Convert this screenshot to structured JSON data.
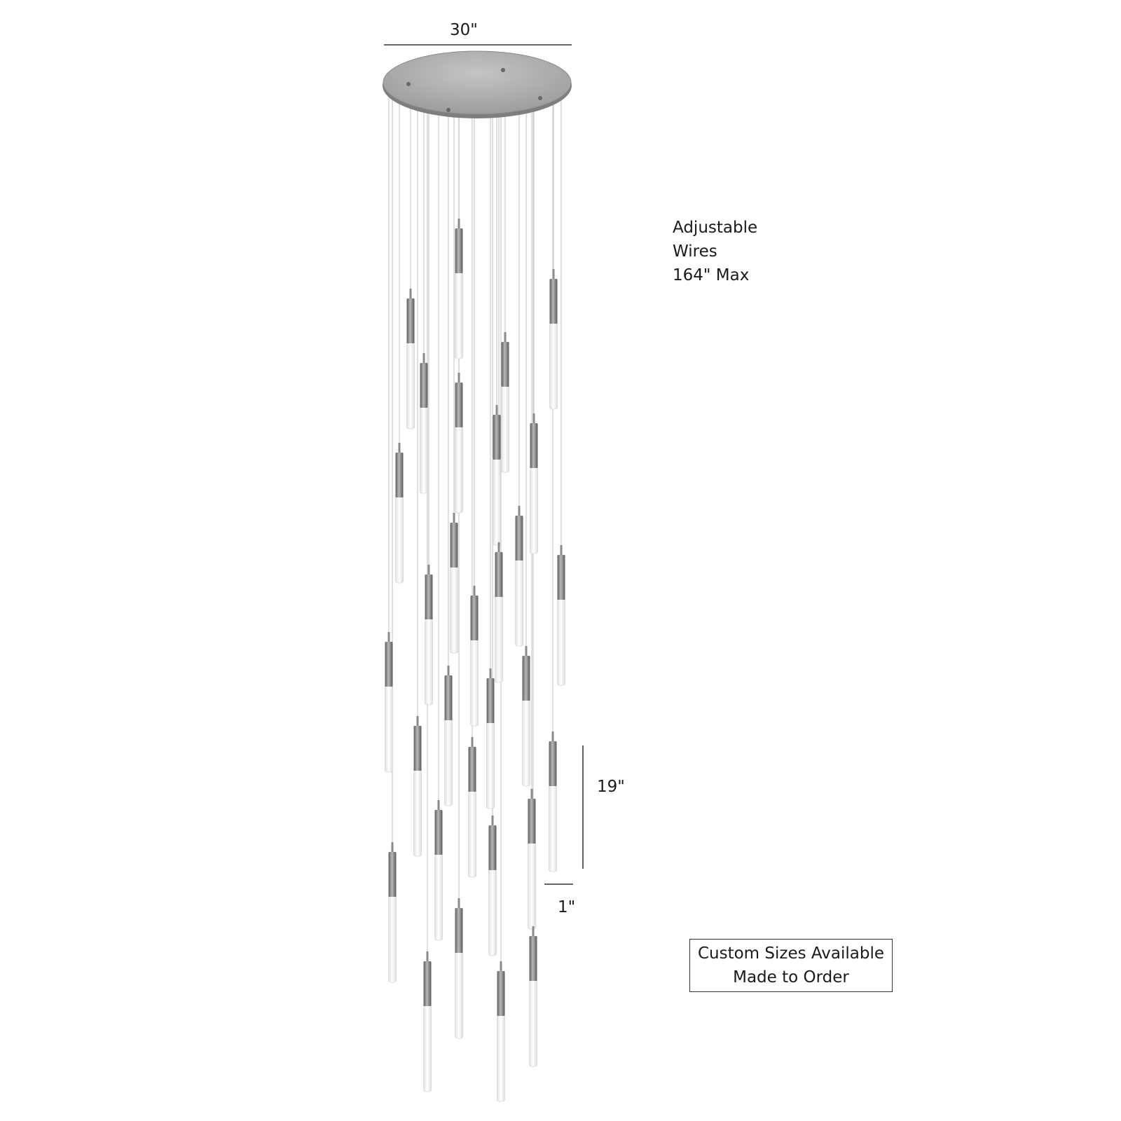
{
  "dimensions": {
    "width_label": "30\"",
    "pendant_length_label": "19\"",
    "pendant_diameter_label": "1\""
  },
  "wires_note": {
    "line1": "Adjustable",
    "line2": "Wires",
    "line3": "164\" Max"
  },
  "custom_box": {
    "line1": "Custom Sizes Available",
    "line2": "Made to Order"
  },
  "colors": {
    "canopy": "#a6a6a6",
    "metal_sleeve": "#7a7a7a",
    "glass_tube": "#f4f4f4",
    "wire": "#cfcfcf",
    "dimension_line": "#333333"
  },
  "icons": {
    "canopy": "round-ceiling-canopy",
    "pendant": "glass-tube-pendant"
  }
}
